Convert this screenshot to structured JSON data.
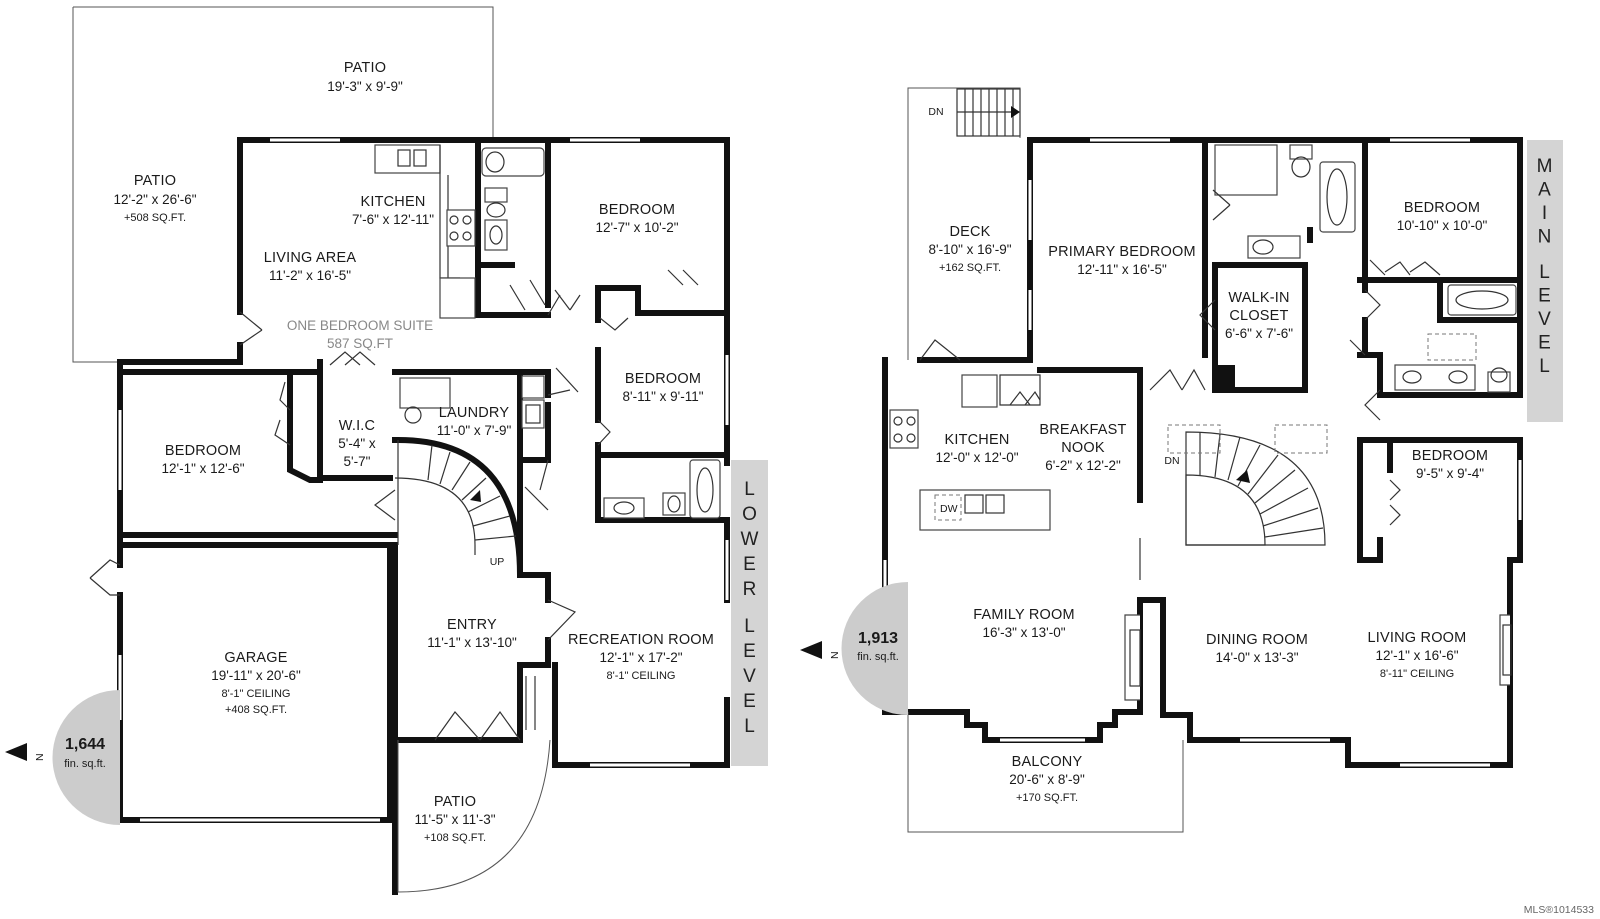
{
  "lower_level": {
    "level_label": [
      "L",
      "O",
      "W",
      "E",
      "R",
      "L",
      "E",
      "V",
      "E",
      "L"
    ],
    "compass": {
      "north": "N",
      "sqft": "1,644",
      "unit": "fin. sq.ft."
    },
    "suite": {
      "name": "ONE BEDROOM SUITE",
      "area": "587 SQ.FT"
    },
    "stair_label": "UP",
    "rooms": [
      {
        "id": "patio-top",
        "name": "PATIO",
        "dims": "19'-3\" x 9'-9\"",
        "extra": ""
      },
      {
        "id": "patio-left",
        "name": "PATIO",
        "dims": "12'-2\" x 26'-6\"",
        "extra": "+508 SQ.FT."
      },
      {
        "id": "kitchen",
        "name": "KITCHEN",
        "dims": "7'-6\" x 12'-11\"",
        "extra": ""
      },
      {
        "id": "living-area",
        "name": "LIVING AREA",
        "dims": "11'-2\" x 16'-5\"",
        "extra": ""
      },
      {
        "id": "bedroom-1",
        "name": "BEDROOM",
        "dims": "12'-7\" x 10'-2\"",
        "extra": ""
      },
      {
        "id": "bedroom-2",
        "name": "BEDROOM",
        "dims": "8'-11\" x 9'-11\"",
        "extra": ""
      },
      {
        "id": "bedroom-3",
        "name": "BEDROOM",
        "dims": "12'-1\" x 12'-6\"",
        "extra": ""
      },
      {
        "id": "wic",
        "name": "W.I.C",
        "dims": "5'-4\" x",
        "extra": "5'-7\""
      },
      {
        "id": "laundry",
        "name": "LAUNDRY",
        "dims": "11'-0\" x 7'-9\"",
        "extra": ""
      },
      {
        "id": "garage",
        "name": "GARAGE",
        "dims": "19'-11\" x 20'-6\"",
        "extra": "8'-1\" CEILING",
        "extra2": "+408 SQ.FT."
      },
      {
        "id": "entry",
        "name": "ENTRY",
        "dims": "11'-1\" x 13'-10\"",
        "extra": ""
      },
      {
        "id": "recreation-room",
        "name": "RECREATION ROOM",
        "dims": "12'-1\" x 17'-2\"",
        "extra": "8'-1\" CEILING"
      },
      {
        "id": "patio-bottom",
        "name": "PATIO",
        "dims": "11'-5\" x 11'-3\"",
        "extra": "+108 SQ.FT."
      }
    ]
  },
  "main_level": {
    "level_label": [
      "M",
      "A",
      "I",
      "N",
      "L",
      "E",
      "V",
      "E",
      "L"
    ],
    "compass": {
      "north": "N",
      "sqft": "1,913",
      "unit": "fin. sq.ft."
    },
    "stair_labels": {
      "deck_dn": "DN",
      "main_dn": "DN",
      "dw": "DW"
    },
    "rooms": [
      {
        "id": "deck",
        "name": "DECK",
        "dims": "8'-10\" x 16'-9\"",
        "extra": "+162 SQ.FT."
      },
      {
        "id": "primary-bedroom",
        "name": "PRIMARY BEDROOM",
        "dims": "12'-11\" x 16'-5\"",
        "extra": ""
      },
      {
        "id": "walk-in-closet",
        "name": "WALK-IN",
        "name2": "CLOSET",
        "dims": "6'-6\" x 7'-6\"",
        "extra": ""
      },
      {
        "id": "bedroom-a",
        "name": "BEDROOM",
        "dims": "10'-10\" x 10'-0\"",
        "extra": ""
      },
      {
        "id": "bedroom-b",
        "name": "BEDROOM",
        "dims": "9'-5\" x 9'-4\"",
        "extra": ""
      },
      {
        "id": "kitchen",
        "name": "KITCHEN",
        "dims": "12'-0\" x 12'-0\"",
        "extra": ""
      },
      {
        "id": "breakfast-nook",
        "name": "BREAKFAST",
        "name2": "NOOK",
        "dims": "6'-2\" x 12'-2\"",
        "extra": ""
      },
      {
        "id": "family-room",
        "name": "FAMILY ROOM",
        "dims": "16'-3\" x 13'-0\"",
        "extra": ""
      },
      {
        "id": "dining-room",
        "name": "DINING ROOM",
        "dims": "14'-0\" x 13'-3\"",
        "extra": ""
      },
      {
        "id": "living-room",
        "name": "LIVING ROOM",
        "dims": "12'-1\" x 16'-6\"",
        "extra": "8'-11\" CEILING"
      },
      {
        "id": "balcony",
        "name": "BALCONY",
        "dims": "20'-6\" x 8'-9\"",
        "extra": "+170 SQ.FT."
      }
    ]
  },
  "footer": {
    "mls": "MLS®1014533"
  }
}
